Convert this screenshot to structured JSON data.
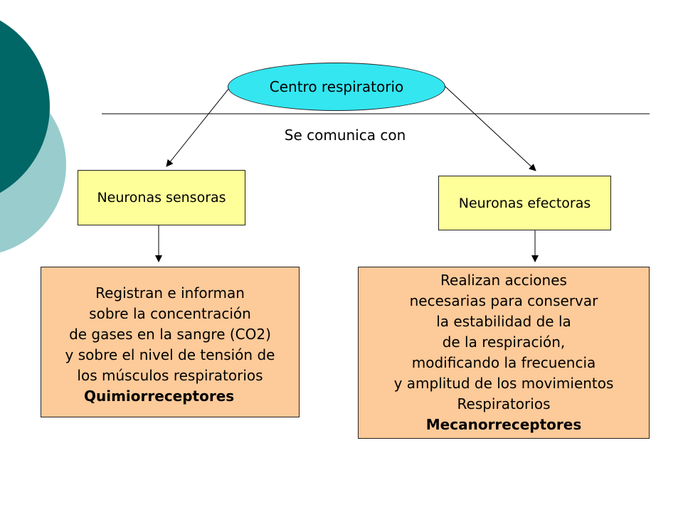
{
  "center": {
    "label": "Centro respiratorio"
  },
  "caption": "Se comunica con",
  "left": {
    "title": "Neuronas sensoras",
    "lines": [
      "Registran e informan",
      "sobre la concentración",
      "de gases en la sangre (CO2)",
      "y sobre el nivel de tensión de",
      "los músculos respiratorios"
    ],
    "receptor": "Quimiorreceptores"
  },
  "right": {
    "title": "Neuronas efectoras",
    "lines": [
      "Realizan acciones",
      "necesarias para conservar",
      "la estabilidad de la",
      "de la respiración,",
      "modificando la frecuencia",
      "y amplitud de los movimientos",
      "Respiratorios"
    ],
    "receptor": "Mecanorreceptores"
  },
  "colors": {
    "teal_dark": "#006666",
    "teal_light": "#99cccc",
    "ellipse_fill": "#33e6f0",
    "yellow_fill": "#ffff99",
    "peach_fill": "#fdca99"
  }
}
